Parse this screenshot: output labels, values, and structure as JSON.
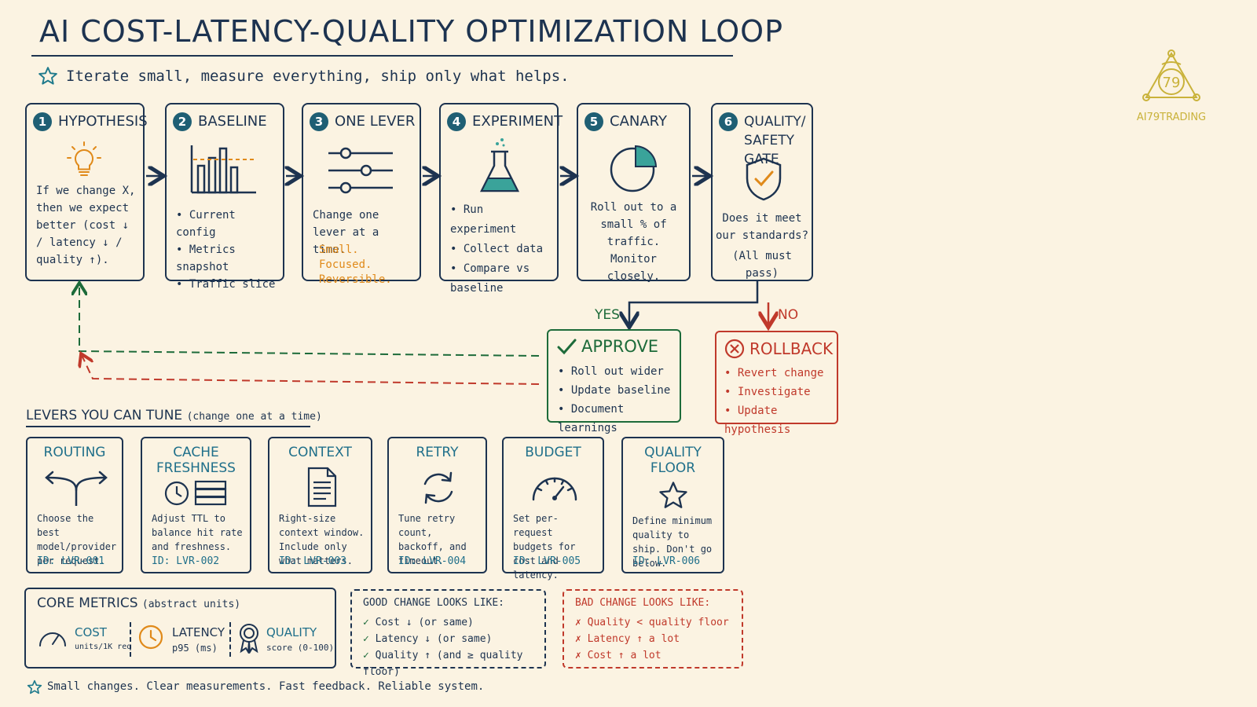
{
  "title": "AI COST-LATENCY-QUALITY OPTIMIZATION LOOP",
  "subtitle": "Iterate small, measure everything, ship only what helps.",
  "logo_text": "AI79TRADING",
  "steps": [
    {
      "num": "1",
      "title": "HYPOTHESIS",
      "body": "If we change X, then we expect better (cost ↓ / latency ↓ / quality ↑)."
    },
    {
      "num": "2",
      "title": "BASELINE",
      "items": [
        "Current config",
        "Metrics snapshot",
        "Traffic slice"
      ]
    },
    {
      "num": "3",
      "title": "ONE LEVER",
      "body": "Change one lever at a time.",
      "note": "Small. Focused. Reversible."
    },
    {
      "num": "4",
      "title": "EXPERIMENT",
      "items": [
        "Run experiment",
        "Collect data",
        "Compare vs baseline"
      ]
    },
    {
      "num": "5",
      "title": "CANARY",
      "body": "Roll out to a small % of traffic.",
      "body2": "Monitor closely."
    },
    {
      "num": "6",
      "title": "QUALITY/ SAFETY GATE",
      "body": "Does it meet our standards?",
      "body2": "(All must pass)"
    }
  ],
  "decision": {
    "yes": "YES",
    "no": "NO"
  },
  "approve": {
    "title": "APPROVE",
    "items": [
      "Roll out wider",
      "Update baseline",
      "Document learnings"
    ]
  },
  "rollback": {
    "title": "ROLLBACK",
    "items": [
      "Revert change",
      "Investigate",
      "Update hypothesis"
    ]
  },
  "levers_heading": "LEVERS YOU CAN TUNE",
  "levers_note": "(change one at a time)",
  "levers": [
    {
      "title": "ROUTING",
      "desc": "Choose the best model/provider per request.",
      "id": "ID: LVR-001",
      "icon": "routing-icon"
    },
    {
      "title": "CACHE FRESHNESS",
      "desc": "Adjust TTL to balance hit rate and freshness.",
      "id": "ID: LVR-002",
      "icon": "cache-icon"
    },
    {
      "title": "CONTEXT",
      "desc": "Right-size context window. Include only what matters.",
      "id": "ID: LVR-003",
      "icon": "document-icon"
    },
    {
      "title": "RETRY",
      "desc": "Tune retry count, backoff, and timeout.",
      "id": "ID: LVR-004",
      "icon": "retry-icon"
    },
    {
      "title": "BUDGET",
      "desc": "Set per-request budgets for cost and latency.",
      "id": "ID: LVR-005",
      "icon": "gauge-icon"
    },
    {
      "title": "QUALITY FLOOR",
      "desc": "Define minimum quality to ship. Don't go below.",
      "id": "ID: LVR-006",
      "icon": "star-icon"
    }
  ],
  "metrics": {
    "heading": "CORE METRICS",
    "note": "(abstract units)",
    "items": [
      {
        "name": "COST",
        "unit": "units/1K req"
      },
      {
        "name": "LATENCY",
        "unit": "p95 (ms)"
      },
      {
        "name": "QUALITY",
        "unit": "score (0-100)"
      }
    ]
  },
  "good": {
    "heading": "GOOD CHANGE LOOKS LIKE:",
    "items": [
      "Cost ↓ (or same)",
      "Latency ↓ (or same)",
      "Quality ↑ (and ≥ quality floor)"
    ]
  },
  "bad": {
    "heading": "BAD CHANGE LOOKS LIKE:",
    "items": [
      "Quality < quality floor",
      "Latency ↑ a lot",
      "Cost ↑ a lot"
    ]
  },
  "footer": "Small changes. Clear measurements. Fast feedback. Reliable system.",
  "colors": {
    "navy": "#1d3350",
    "teal": "#1f6f8a",
    "green": "#1d6b3a",
    "red": "#c0392b",
    "orange": "#e08a1a",
    "gold": "#c9b23a",
    "bg": "#fbf3e2"
  }
}
